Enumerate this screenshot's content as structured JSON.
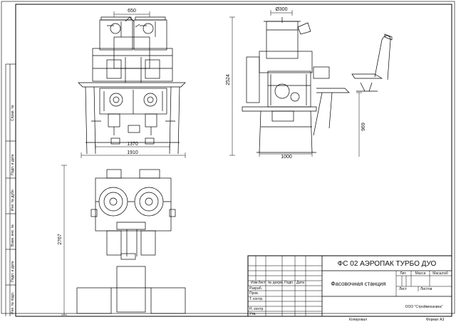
{
  "dimensions": {
    "front_top_width": "650",
    "front_inner_width": "1370",
    "front_total_width": "1910",
    "side_diameter": "Ø300",
    "side_height": "2524",
    "side_table_height": "969",
    "side_width": "1000",
    "plan_depth": "2767"
  },
  "margin_stamps": [
    "Инв. № подл.",
    "Подп. и дата",
    "Взам. инв. №",
    "Инв. № дубл.",
    "Подп. и дата",
    "Справ. №"
  ],
  "title_block": {
    "doc_code": "ФС 02 АЭРОПАК ТУРБО ДУО",
    "title": "Фасовочная станция",
    "company": "ООО \"Строймеханика\"",
    "col_headers": [
      "Изм",
      "Лист",
      "№ докум.",
      "Подп.",
      "Дата"
    ],
    "row_labels": [
      "Разраб.",
      "Пров.",
      "Т. контр.",
      "",
      "Н. контр.",
      "Утв."
    ],
    "lit_label": "Лит.",
    "mass_label": "Масса",
    "scale_label": "Масштаб",
    "sheet_label": "Лист",
    "sheets_label": "Листов"
  },
  "footer": {
    "copied": "Копировал",
    "format": "Формат А3"
  }
}
